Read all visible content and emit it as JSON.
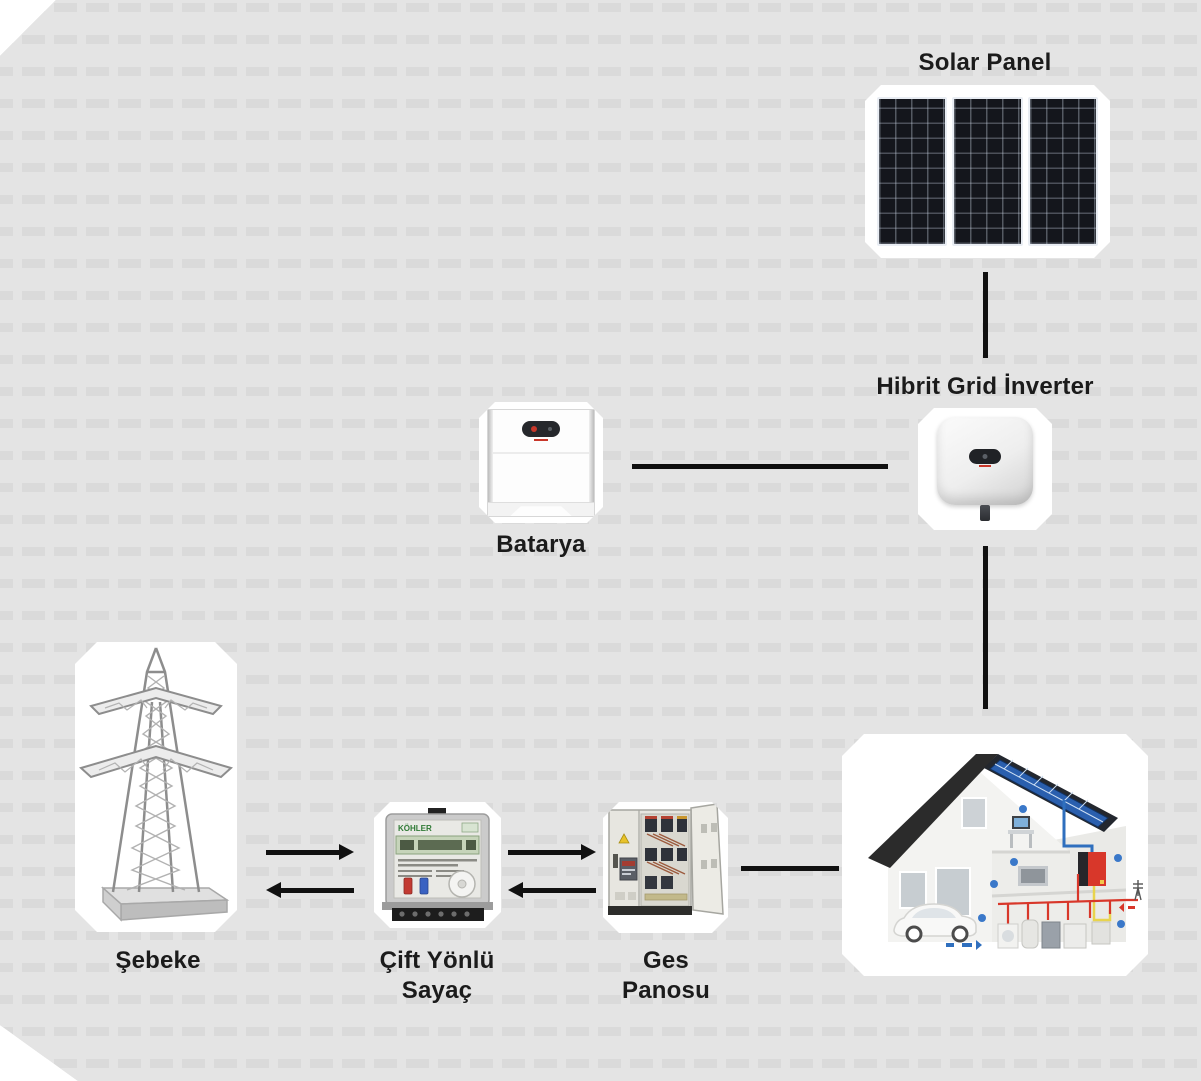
{
  "page": {
    "background_color": "#e4e4e4",
    "dot_color": "#dadada",
    "card_color": "#ffffff",
    "connector_color": "#111111",
    "text_color": "#1b1b1b"
  },
  "nodes": {
    "solar_panel": {
      "label": "Solar Panel"
    },
    "inverter": {
      "label": "Hibrit Grid İnverter"
    },
    "battery": {
      "label": "Batarya"
    },
    "grid": {
      "label": "Şebeke"
    },
    "meter": {
      "label_line1": "Çift Yönlü",
      "label_line2": "Sayaç",
      "device_brand": "KÖHLER"
    },
    "ges_panel": {
      "label_line1": "Ges",
      "label_line2": "Panosu"
    }
  },
  "edges": [
    {
      "from": "solar_panel",
      "to": "inverter",
      "style": "line"
    },
    {
      "from": "battery",
      "to": "inverter",
      "style": "line"
    },
    {
      "from": "inverter",
      "to": "house",
      "style": "line"
    },
    {
      "from": "grid",
      "to": "meter",
      "style": "arrow-right"
    },
    {
      "from": "meter",
      "to": "grid",
      "style": "arrow-left"
    },
    {
      "from": "meter",
      "to": "ges_panel",
      "style": "arrow-right"
    },
    {
      "from": "ges_panel",
      "to": "meter",
      "style": "arrow-left"
    },
    {
      "from": "ges_panel",
      "to": "house",
      "style": "line"
    }
  ]
}
